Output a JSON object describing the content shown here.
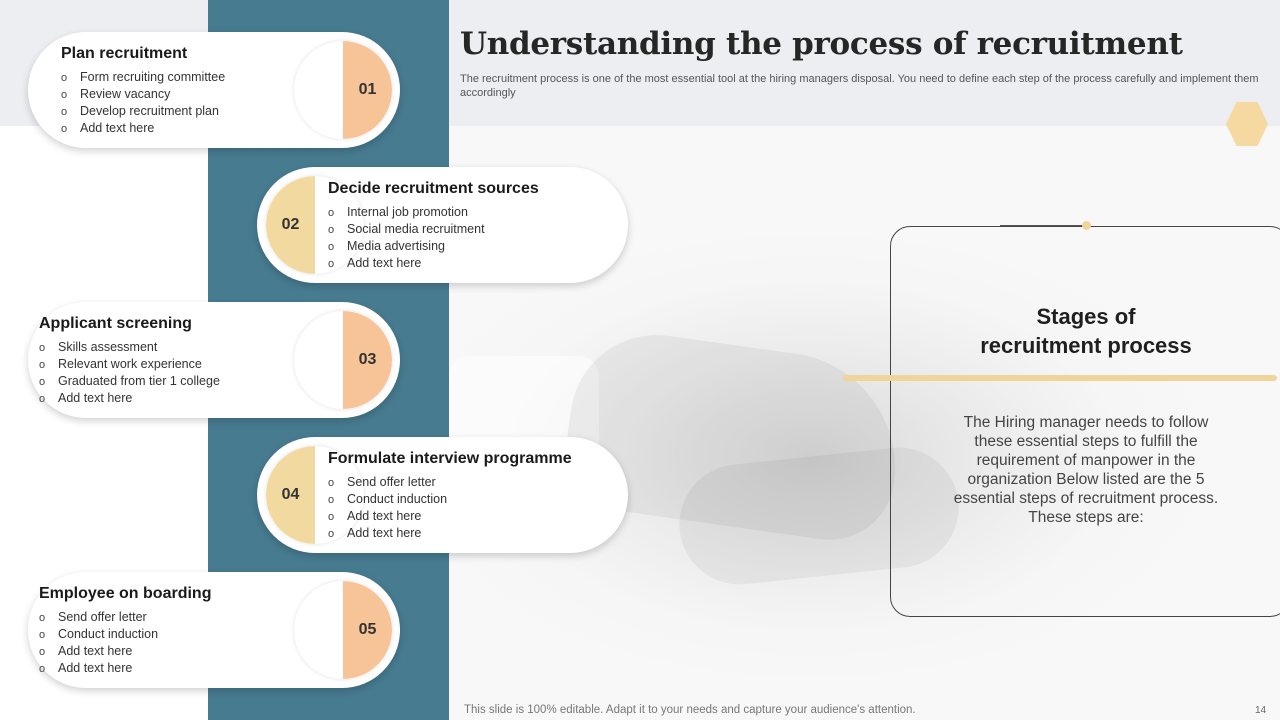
{
  "title": "Understanding the process  of recruitment",
  "subtitle": "The recruitment process is one of the most essential tool at the hiring managers disposal. You need to define each step of the process carefully and implement them accordingly",
  "colors": {
    "teal": "#477b90",
    "peach": "#f6c497",
    "sand": "#f2d9a0",
    "gold": "#f0d49a",
    "top_band": "#eceef2"
  },
  "steps": [
    {
      "num": "01",
      "title": "Plan recruitment",
      "items": [
        "Form recruiting committee",
        "Review  vacancy",
        "Develop  recruitment  plan",
        "Add text here"
      ]
    },
    {
      "num": "02",
      "title": "Decide recruitment sources",
      "items": [
        "Internal  job promotion",
        "Social media recruitment",
        "Media  advertising",
        "Add text here"
      ]
    },
    {
      "num": "03",
      "title": "Applicant screening",
      "items": [
        "Skills assessment",
        "Relevant  work experience",
        "Graduated  from tier 1 college",
        "Add text here"
      ]
    },
    {
      "num": "04",
      "title": "Formulate interview programme",
      "items": [
        "Send offer  letter",
        "Conduct  induction",
        "Add text here",
        "Add text here"
      ]
    },
    {
      "num": "05",
      "title": "Employee on boarding",
      "items": [
        "Send offer  letter",
        "Conduct  induction",
        "Add text here",
        "Add text here"
      ]
    }
  ],
  "stages": {
    "title_line1": "Stages of",
    "title_line2": "recruitment process",
    "text": "The Hiring manager needs to follow these essential steps to fulfill the requirement of manpower in the organization Below listed are the 5 essential steps of recruitment  process. These steps are:"
  },
  "footer": "This slide is 100% editable. Adapt it to your needs and capture your audience's attention.",
  "page_number": "14"
}
